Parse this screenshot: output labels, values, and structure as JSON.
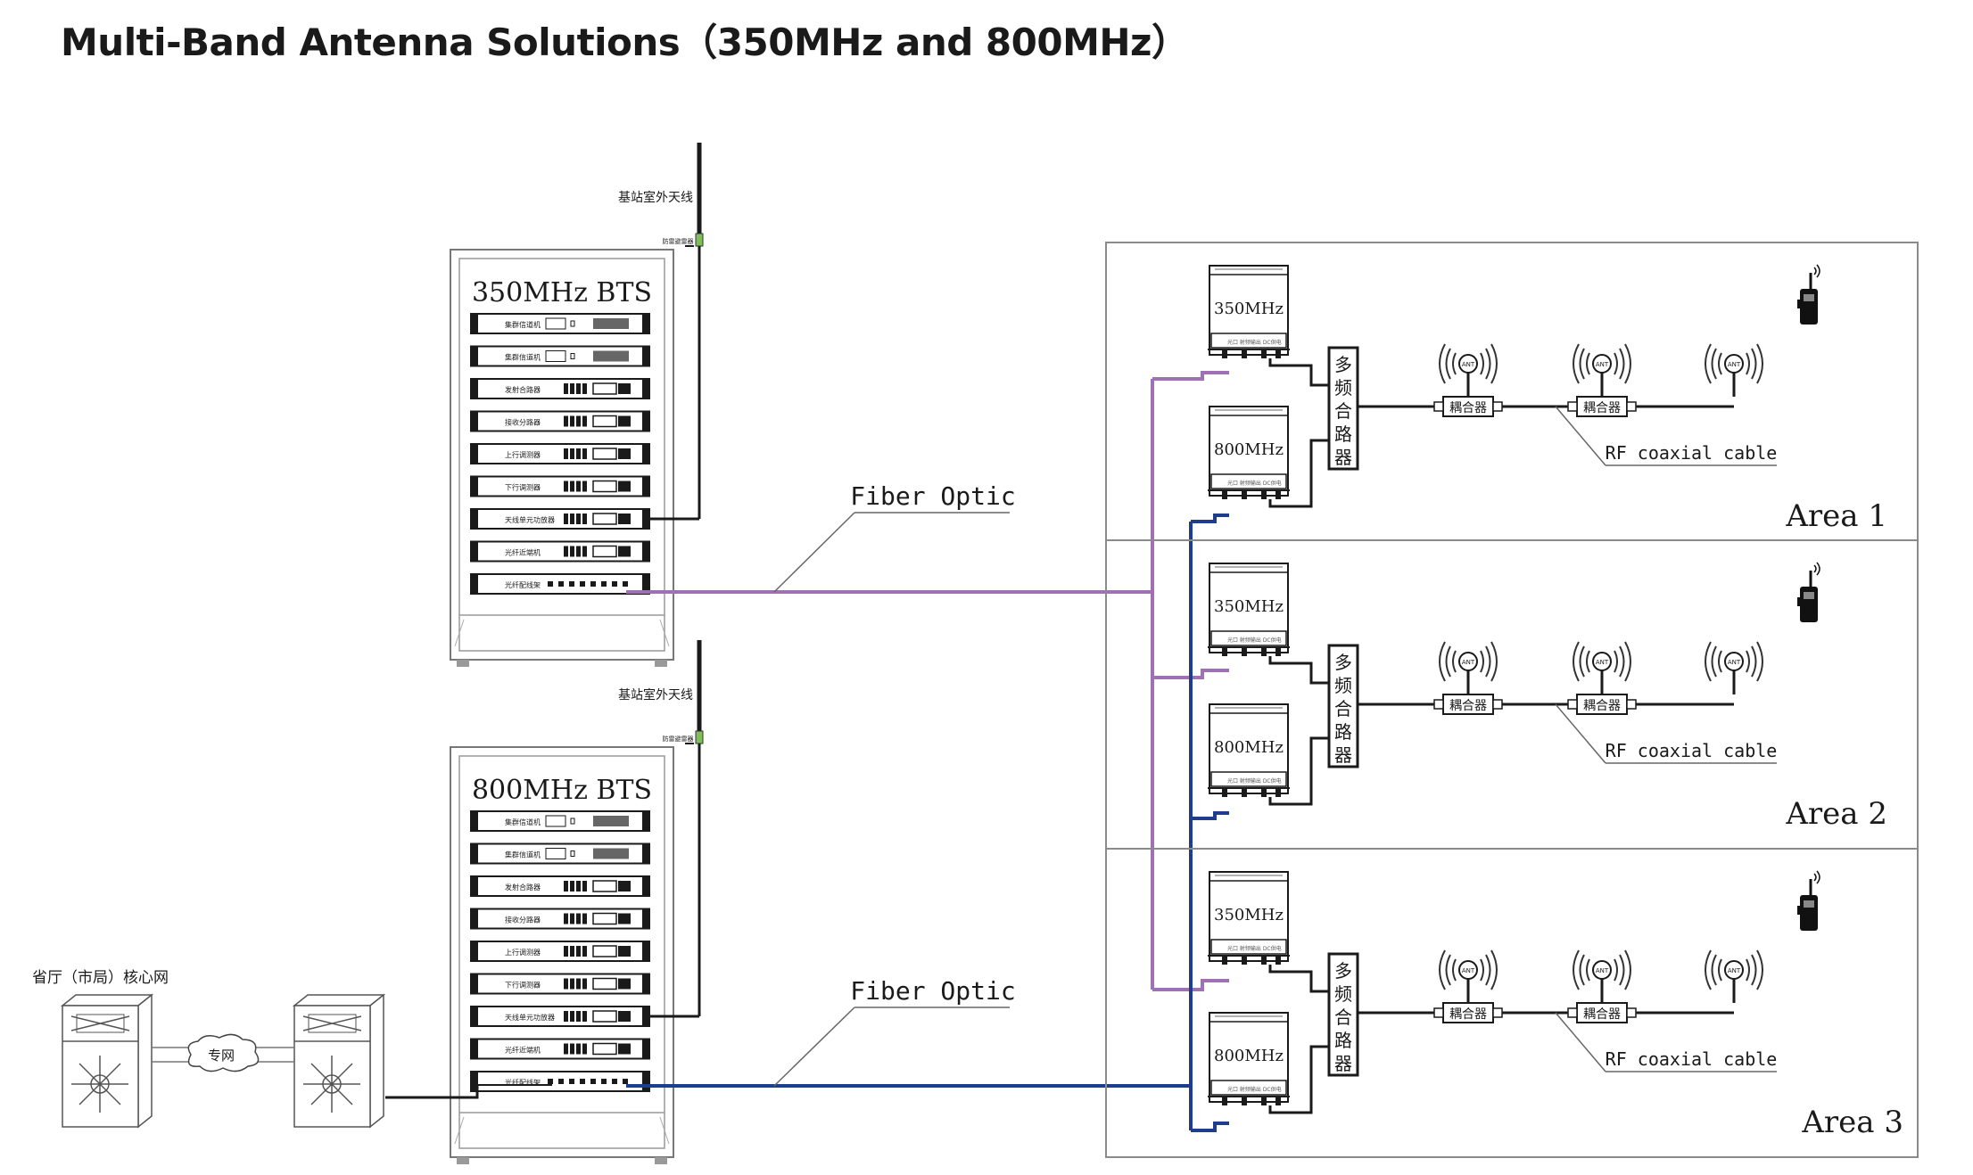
{
  "title": "Multi-Band Antenna Solutions（350MHz and 800MHz）",
  "colors": {
    "fiber_350": "#a070b5",
    "fiber_800": "#1f3d8f",
    "line": "#1a1a1a",
    "frame": "#8a8a8a"
  },
  "outdoor_antenna_label": "基站室外天线",
  "surge_protector_label": "防雷避雷器",
  "racks": [
    {
      "label": "350MHz BTS",
      "units": [
        "集群信道机",
        "集群信道机",
        "发射合路器",
        "接收分路器",
        "上行调测器",
        "下行调测器",
        "天线单元功放器",
        "光纤近端机",
        "光纤配线架"
      ]
    },
    {
      "label": "800MHz BTS",
      "units": [
        "集群信道机",
        "集群信道机",
        "发射合路器",
        "接收分路器",
        "上行调测器",
        "下行调测器",
        "天线单元功放器",
        "光纤近端机",
        "光纤配线架"
      ]
    }
  ],
  "fiber_label": "Fiber Optic",
  "core_network_label": "省厅（市局）核心网",
  "private_network_label": "专网",
  "remote_labels": [
    "350MHz",
    "800MHz"
  ],
  "combiner_label": "多频合路器",
  "coupler_label": "耦合器",
  "ant_label": "ANT",
  "rf_cable_label": "RF coaxial cable",
  "areas": [
    "Area 1",
    "Area 2",
    "Area 3"
  ]
}
